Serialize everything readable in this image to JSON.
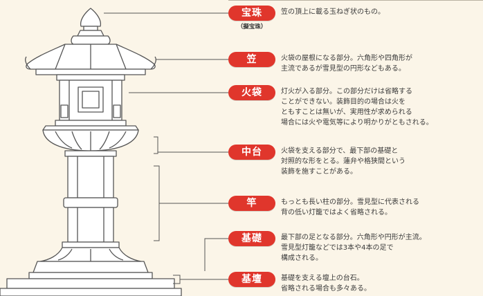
{
  "colors": {
    "background": "#fbf5e8",
    "badge": "#e0362c",
    "badge_text": "#ffffff",
    "description_text": "#3a3a3a",
    "line": "#555555"
  },
  "illustration": {
    "subject": "stone lantern (tōrō) line drawing"
  },
  "parts": [
    {
      "label": "宝珠",
      "alias": "（擬宝珠）",
      "description": "笠の頂上に載る玉ねぎ状のもの。"
    },
    {
      "label": "笠",
      "alias": "",
      "description": "火袋の屋根になる部分。六角形や四角形が\n主流であるが雪見型の円形などもある。"
    },
    {
      "label": "火袋",
      "alias": "",
      "description": "灯火が入る部分。この部分だけは省略する\nことができない。装飾目的の場合は火を\nともすことは無いが、実用性が求められる\n場合には火や電気等により明かりがともされる。"
    },
    {
      "label": "中台",
      "alias": "",
      "description": "火袋を支える部分で、最下部の基礎と\n対照的な形をとる。蓮弁や格狭間という\n装飾を施すことがある。"
    },
    {
      "label": "竿",
      "alias": "",
      "description": "もっとも長い柱の部分。雪見型に代表される\n背の低い灯籠ではよく省略される。"
    },
    {
      "label": "基礎",
      "alias": "",
      "description": "最下部の足となる部分。六角形や円形が主流。\n雪見型灯籠などでは3本や4本の足で\n構成される。"
    },
    {
      "label": "基壇",
      "alias": "",
      "description": "基礎を支える壇上の台石。\n省略される場合も多々ある。"
    }
  ]
}
